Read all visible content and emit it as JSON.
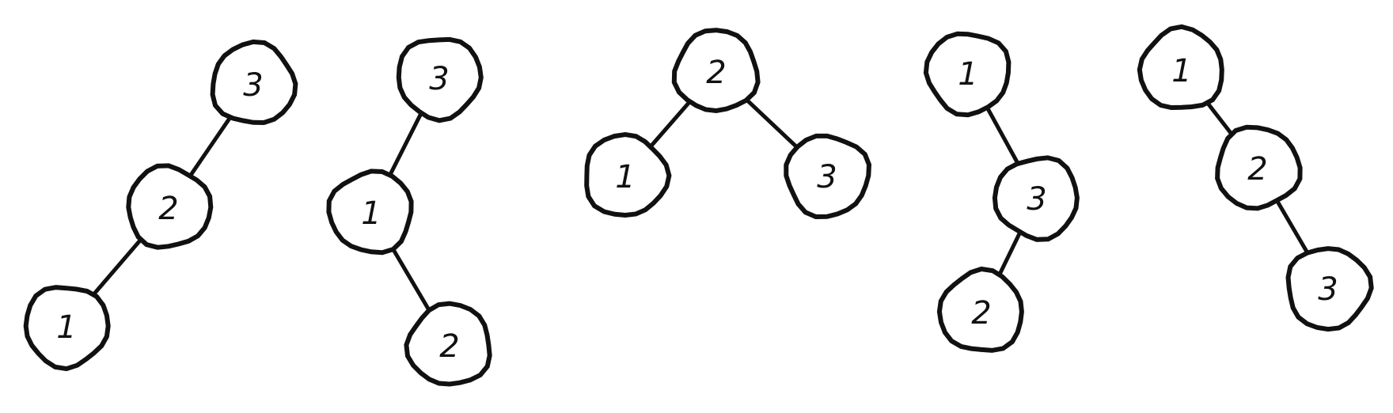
{
  "colors": {
    "ink": "#111111",
    "background": "#ffffff",
    "node_fill": "#ffffff"
  },
  "trees": [
    {
      "id": "tree-1",
      "nodes": [
        {
          "id": "n3",
          "label": "3"
        },
        {
          "id": "n2",
          "label": "2"
        },
        {
          "id": "n1",
          "label": "1"
        }
      ],
      "edges": [
        {
          "from": "n3",
          "to": "n2"
        },
        {
          "from": "n2",
          "to": "n1"
        }
      ]
    },
    {
      "id": "tree-2",
      "nodes": [
        {
          "id": "n3",
          "label": "3"
        },
        {
          "id": "n1",
          "label": "1"
        },
        {
          "id": "n2",
          "label": "2"
        }
      ],
      "edges": [
        {
          "from": "n3",
          "to": "n1"
        },
        {
          "from": "n1",
          "to": "n2"
        }
      ]
    },
    {
      "id": "tree-3",
      "nodes": [
        {
          "id": "n2",
          "label": "2"
        },
        {
          "id": "n1",
          "label": "1"
        },
        {
          "id": "n3",
          "label": "3"
        }
      ],
      "edges": [
        {
          "from": "n2",
          "to": "n1"
        },
        {
          "from": "n2",
          "to": "n3"
        }
      ]
    },
    {
      "id": "tree-4",
      "nodes": [
        {
          "id": "n1",
          "label": "1"
        },
        {
          "id": "n3",
          "label": "3"
        },
        {
          "id": "n2",
          "label": "2"
        }
      ],
      "edges": [
        {
          "from": "n1",
          "to": "n3"
        },
        {
          "from": "n3",
          "to": "n2"
        }
      ]
    },
    {
      "id": "tree-5",
      "nodes": [
        {
          "id": "n1",
          "label": "1"
        },
        {
          "id": "n2",
          "label": "2"
        },
        {
          "id": "n3",
          "label": "3"
        }
      ],
      "edges": [
        {
          "from": "n1",
          "to": "n2"
        },
        {
          "from": "n2",
          "to": "n3"
        }
      ]
    }
  ]
}
